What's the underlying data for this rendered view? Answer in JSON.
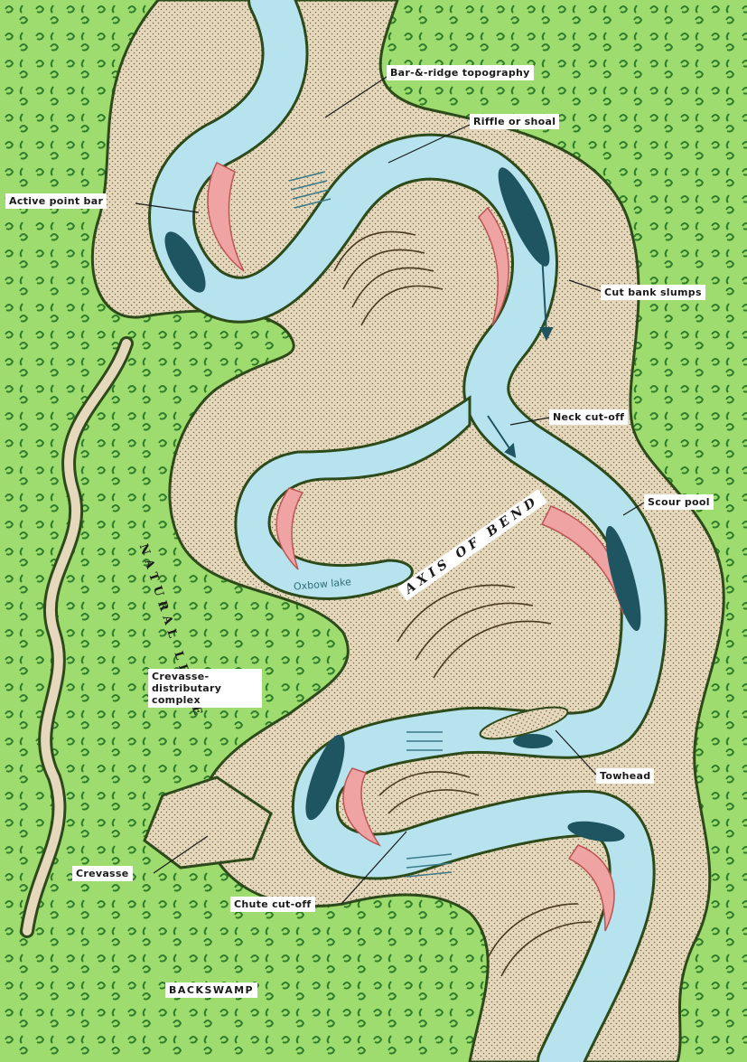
{
  "labels": {
    "bar_ridge": "Bar-&-ridge topography",
    "riffle": "Riffle or shoal",
    "active_point_bar": "Active point bar",
    "cut_bank": "Cut bank slumps",
    "neck_cutoff": "Neck cut-off",
    "scour_pool": "Scour pool",
    "natural_levee": "NATURAL LEVEE",
    "oxbow_lake": "Oxbow lake",
    "axis_of_bend": "AXIS OF BEND",
    "crevasse_complex": "Crevasse-distributary complex",
    "towhead": "Towhead",
    "crevasse": "Crevasse",
    "chute_cutoff": "Chute cut-off",
    "backswamp": "BACKSWAMP"
  },
  "colors": {
    "backswamp_green": "#9fdc6f",
    "levee_sand": "#e6d8bc",
    "river_blue": "#b6e3ee",
    "deep_pool": "#1f5560",
    "point_bar_pink": "#f0a3a3",
    "outline": "#2c4a1a"
  }
}
